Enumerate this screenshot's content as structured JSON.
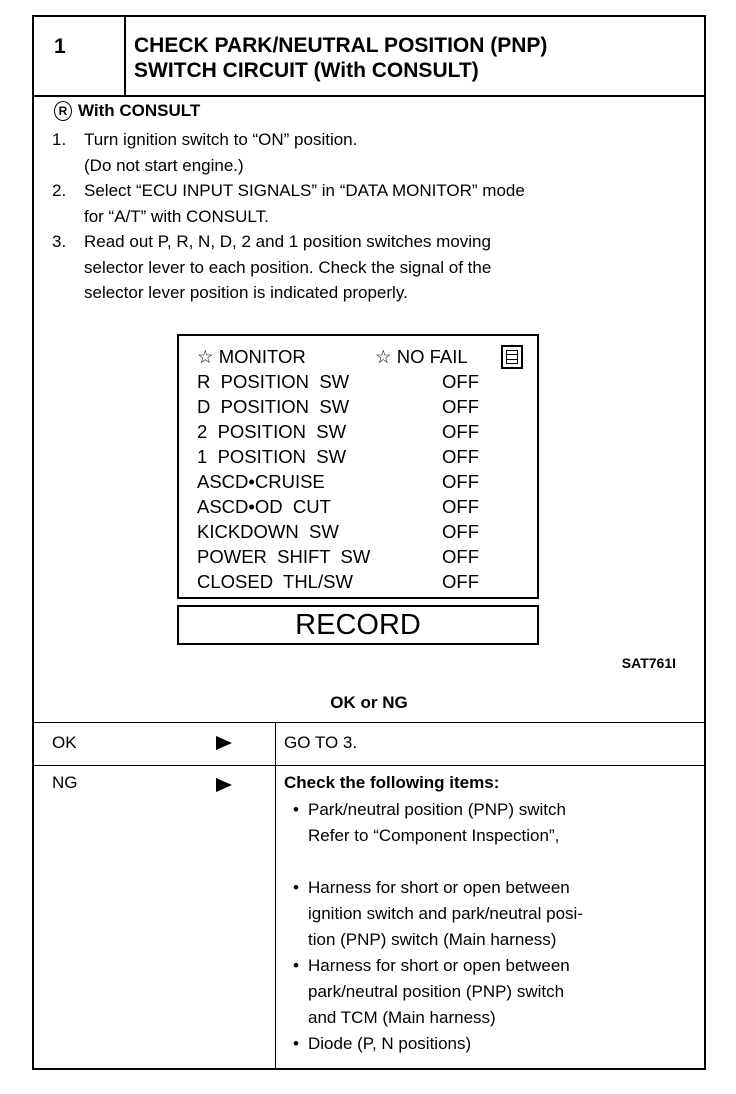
{
  "header": {
    "step_number": "1",
    "title_line1": "CHECK PARK/NEUTRAL POSITION (PNP)",
    "title_line2": "SWITCH CIRCUIT (With CONSULT)"
  },
  "with_consult": {
    "icon_letter": "R",
    "label": "With CONSULT"
  },
  "procedure": [
    {
      "num": "1.",
      "lines": [
        "Turn ignition switch to “ON” position.",
        "(Do not start engine.)"
      ]
    },
    {
      "num": "2.",
      "lines": [
        "Select “ECU INPUT SIGNALS” in “DATA MONITOR” mode",
        "for “A/T” with CONSULT."
      ]
    },
    {
      "num": "3.",
      "lines": [
        "Read out P, R, N, D, 2 and 1 position switches moving",
        "selector lever to each position. Check the signal of the",
        "selector lever position is indicated properly."
      ]
    }
  ],
  "monitor": {
    "header_left": "☆ MONITOR",
    "header_right": "☆ NO FAIL",
    "rows": [
      {
        "label": "R  POSITION  SW",
        "value": "OFF"
      },
      {
        "label": "D  POSITION  SW",
        "value": "OFF"
      },
      {
        "label": "2  POSITION  SW",
        "value": "OFF"
      },
      {
        "label": "1  POSITION  SW",
        "value": "OFF"
      },
      {
        "label": "ASCD•CRUISE",
        "value": "OFF"
      },
      {
        "label": "ASCD•OD  CUT",
        "value": "OFF"
      },
      {
        "label": "KICKDOWN  SW",
        "value": "OFF"
      },
      {
        "label": "POWER  SHIFT  SW",
        "value": "OFF"
      },
      {
        "label": "CLOSED  THL/SW",
        "value": "OFF"
      }
    ],
    "record_label": "RECORD"
  },
  "figure_code": "SAT761I",
  "ok_ng_label": "OK or NG",
  "results": {
    "ok": {
      "label": "OK",
      "action": "GO TO 3."
    },
    "ng": {
      "label": "NG",
      "heading": "Check the following items:",
      "items": [
        {
          "lines": [
            "Park/neutral position (PNP) switch",
            "Refer to “Component Inspection”,"
          ],
          "gap_after": true
        },
        {
          "lines": [
            "Harness for short or open between",
            "ignition switch and park/neutral posi-",
            "tion (PNP) switch (Main harness)"
          ]
        },
        {
          "lines": [
            "Harness for short or open between",
            "park/neutral position (PNP) switch",
            "and TCM (Main harness)"
          ]
        },
        {
          "lines": [
            "Diode (P, N positions)"
          ]
        }
      ]
    }
  }
}
